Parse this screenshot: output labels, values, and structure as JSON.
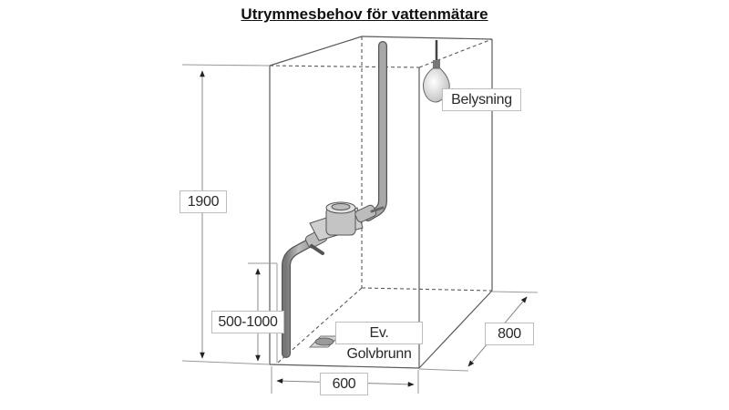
{
  "title": "Utrymmesbehov  för vattenmätare",
  "labels": {
    "height_total": "1900",
    "meter_height": "500-1000",
    "width": "600",
    "depth": "800",
    "lighting": "Belysning",
    "floor_drain": "Ev. Golvbrunn"
  },
  "colors": {
    "line": "#555555",
    "dim_line": "#9a9a9a",
    "pipe": "#9e9e9e",
    "label_border": "#bdbdbd"
  }
}
